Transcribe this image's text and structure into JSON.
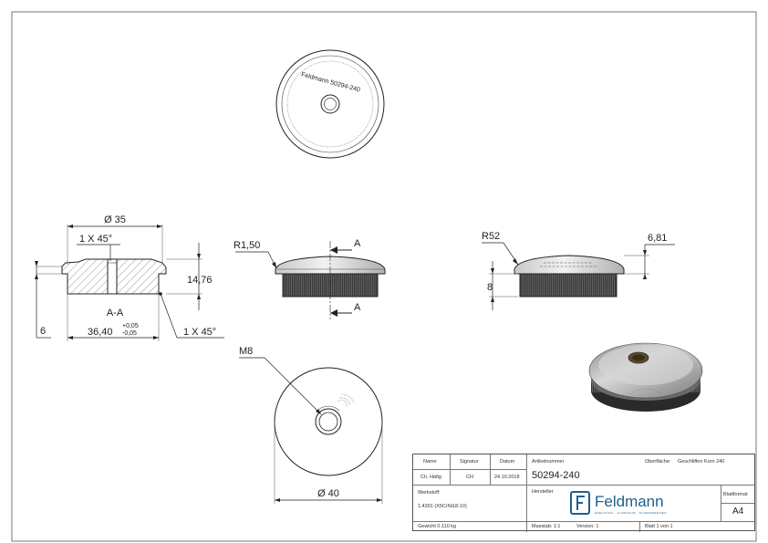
{
  "dimensions": {
    "top_diameter": "Ø 35",
    "chamfer_top": "1 X 45°",
    "section_height": "14,76",
    "section_label": "A-A",
    "section_width": "36,40",
    "tol_upper": "+0,05",
    "tol_lower": "-0,05",
    "section_left_height": "6",
    "chamfer_bottom": "1 X 45°",
    "radius_small": "R1,50",
    "section_marker_top": "A",
    "section_marker_bottom": "A",
    "radius_large": "R52",
    "cap_height": "6,81",
    "base_height": "8",
    "thread": "M8",
    "bottom_diameter": "Ø 40"
  },
  "engraving": "Feldmann 50294-240",
  "title_block": {
    "name_header": "Name",
    "signature_header": "Signatur",
    "date_header": "Datum",
    "name_value": "Ch. Häfig",
    "signature_value": "CH",
    "date_value": "24.10.2018",
    "article_label": "Artikelnummer",
    "article_value": "50294-240",
    "surface_label": "Oberfläche:",
    "surface_value": "Geschliffen Korn 240",
    "material_label": "Werkstoff:",
    "material_value": "1.4301 (X5CrNi18-10)",
    "manufacturer_label": "Hersteller",
    "brand_name": "Feldmann",
    "brand_tagline": "EDELSTAHL · ALUMINIUM · SCHMIEDEEISEN",
    "format_label": "Blattformat",
    "format_value": "A4",
    "weight_label": "Gewicht 0.110 kg",
    "scale_label": "Masstab: 1:1",
    "version_label": "Version: 1",
    "sheet_label": "Blatt 1 von 1"
  },
  "colors": {
    "line": "#222222",
    "metal_light": "#cfcfcf",
    "metal_dark": "#6a6a6a",
    "brand": "#1f5f8b"
  }
}
